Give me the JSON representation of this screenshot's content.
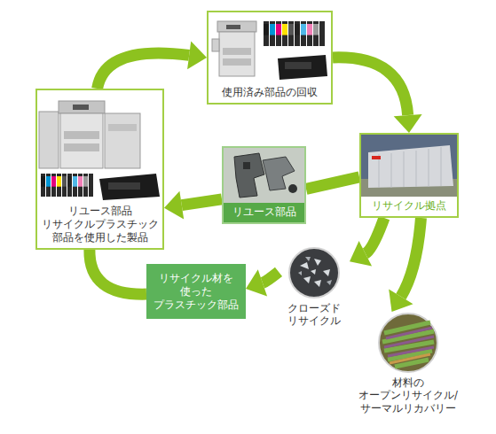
{
  "diagram": {
    "nodes": [
      {
        "text": [
          "使用済み部品の回収"
        ]
      },
      {
        "text": [
          "リユース部品 リサイクルプラスチック 部品を使用した製品"
        ]
      },
      {
        "text": [
          "リユース部品"
        ]
      },
      {
        "text": [
          "リサイクル拠点"
        ]
      },
      {
        "text": [
          "リサイクル材を 使った プラスチック部品"
        ]
      },
      {
        "text": [
          "クローズド リサイクル"
        ]
      },
      {
        "text": [
          "材料の オープンリサイクル/ サーマルリカバリー"
        ]
      }
    ],
    "edges": [
      {
        "from": 1,
        "to": 0,
        "arrow": "to"
      },
      {
        "from": 0,
        "to": 3,
        "arrow": "to"
      },
      {
        "from": 3,
        "to": 2,
        "arrow": "none"
      },
      {
        "from": 2,
        "to": 1,
        "arrow": "to"
      },
      {
        "from": 3,
        "to": 5,
        "arrow": "to"
      },
      {
        "from": 3,
        "to": 6,
        "arrow": "to"
      },
      {
        "from": 5,
        "to": 4,
        "arrow": "to"
      },
      {
        "from": 4,
        "to": 1,
        "arrow": "none"
      }
    ]
  }
}
